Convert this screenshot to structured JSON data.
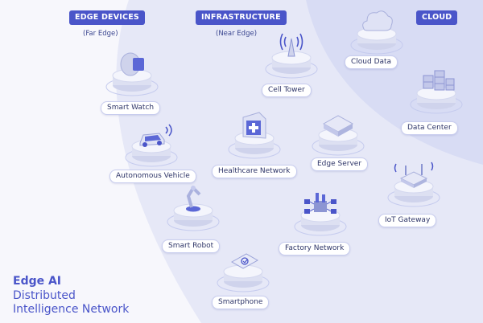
{
  "zones": {
    "edge": {
      "title": "EDGE DEVICES",
      "subtitle": "(Far Edge)"
    },
    "infra": {
      "title": "INFRASTRUCTURE",
      "subtitle": "(Near Edge)"
    },
    "cloud": {
      "title": "CLOUD"
    }
  },
  "nodes": {
    "smart_watch": {
      "label": "Smart Watch",
      "icon": "smart-watch-icon"
    },
    "autonomous_vehicle": {
      "label": "Autonomous Vehicle",
      "icon": "car-icon"
    },
    "smart_robot": {
      "label": "Smart Robot",
      "icon": "robot-arm-icon"
    },
    "smartphone": {
      "label": "Smartphone",
      "icon": "smartphone-icon"
    },
    "cell_tower": {
      "label": "Cell Tower",
      "icon": "cell-tower-icon"
    },
    "healthcare_network": {
      "label": "Healthcare Network",
      "icon": "hospital-icon"
    },
    "edge_server": {
      "label": "Edge Server",
      "icon": "server-icon"
    },
    "factory_network": {
      "label": "Factory Network",
      "icon": "factory-icon"
    },
    "iot_gateway": {
      "label": "IoT Gateway",
      "icon": "router-icon"
    },
    "cloud_data": {
      "label": "Cloud Data",
      "icon": "cloud-icon"
    },
    "data_center": {
      "label": "Data Center",
      "icon": "data-center-icon"
    }
  },
  "footer": {
    "title": "Edge AI",
    "line1": "Distributed",
    "line2": "Intelligence Network"
  },
  "colors": {
    "accent": "#4a55c9",
    "edge_zone": "#f7f7fc",
    "infra_zone": "#e6e8f7",
    "cloud_zone": "#d6daf3"
  }
}
